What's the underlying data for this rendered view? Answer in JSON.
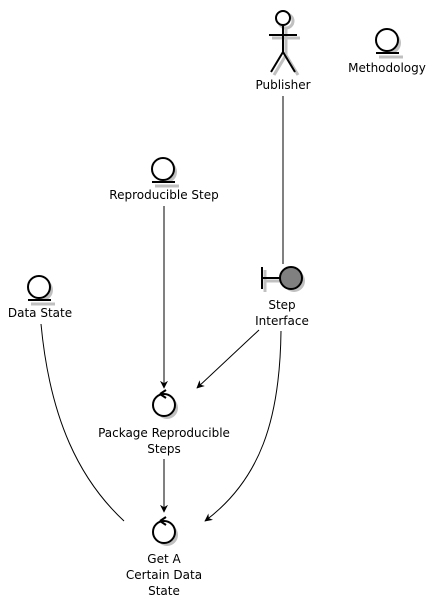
{
  "diagram": {
    "nodes": {
      "publisher": {
        "label": "Publisher",
        "kind": "actor"
      },
      "methodology": {
        "label": "Methodology",
        "kind": "entity"
      },
      "reproducible_step": {
        "label": "Reproducible Step",
        "kind": "entity"
      },
      "data_state": {
        "label": "Data State",
        "kind": "entity"
      },
      "step_interface": {
        "label_line1": "Step",
        "label_line2": "Interface",
        "kind": "boundary"
      },
      "package_steps": {
        "label_line1": "Package Reproducible",
        "label_line2": "Steps",
        "kind": "control"
      },
      "get_state": {
        "label_line1": "Get A",
        "label_line2": "Certain Data",
        "label_line3": "State",
        "kind": "control"
      }
    },
    "colors": {
      "line": "#000000",
      "shadow": "#c0c0c0",
      "boundary_fill": "#808080",
      "shape_fill": "#ffffff"
    }
  }
}
